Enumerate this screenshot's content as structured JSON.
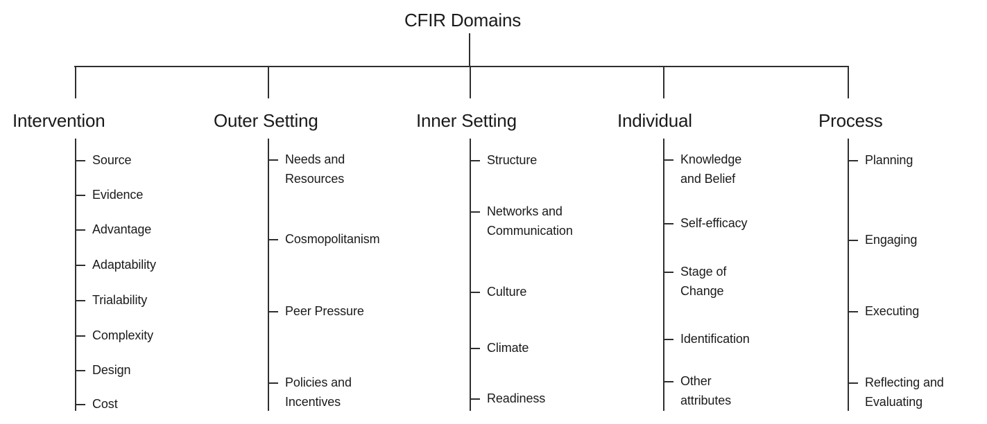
{
  "title": "CFIR Domains",
  "colors": {
    "background": "#ffffff",
    "text": "#1a1a1a",
    "line": "#2e2e2e"
  },
  "domains": [
    {
      "name": "Intervention",
      "items": [
        "Source",
        "Evidence",
        "Advantage",
        "Adaptability",
        "Trialability",
        "Complexity",
        "Design",
        "Cost"
      ]
    },
    {
      "name": "Outer Setting",
      "items": [
        "Needs and\nResources",
        "Cosmopolitanism",
        "Peer Pressure",
        "Policies and\nIncentives"
      ]
    },
    {
      "name": "Inner Setting",
      "items": [
        "Structure",
        "Networks and\nCommunication",
        "Culture",
        "Climate",
        "Readiness"
      ]
    },
    {
      "name": "Individual",
      "items": [
        "Knowledge\nand Belief",
        "Self-efficacy",
        "Stage of\nChange",
        "Identification",
        "Other\nattributes"
      ]
    },
    {
      "name": "Process",
      "items": [
        "Planning",
        "Engaging",
        "Executing",
        "Reflecting and\nEvaluating"
      ]
    }
  ]
}
